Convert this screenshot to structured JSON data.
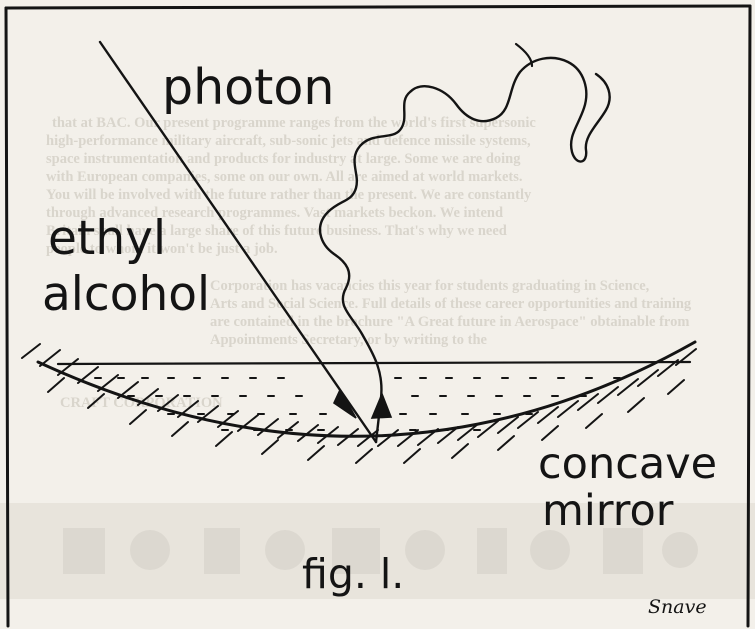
{
  "figure": {
    "labels": {
      "photon": "photon",
      "ethyl": "ethyl",
      "alcohol": "alcohol",
      "concave": "concave",
      "mirror": "mirror",
      "caption": "fig. l.",
      "signature": "Snave"
    },
    "colors": {
      "ink": "#141414",
      "paper": "#f3f0ea",
      "show_through": "#d9d5cc"
    }
  },
  "show_through": {
    "lines": [
      "that at BAC. Our present programme ranges from the world's first supersonic",
      "high-performance military aircraft, sub-sonic jets and defence missile systems,",
      "space instrumentation and products for industry at large. Some we are doing",
      "with European companies, some on our own. All are aimed at world markets.",
      "You will be involved with the future rather than the present. We are constantly",
      "through advanced research programmes. Vast markets beckon. We intend",
      "Britain shall have a large share of this future business. That's why we need",
      "people to whom it won't be just a job.",
      "Corporation has vacancies this year for students graduating in Science,",
      "Arts and Social Science. Full details of these career opportunities and training",
      "are contained in the brochure \"A Great future in Aerospace\" obtainable from",
      "Appointments Secretary, or by writing to the",
      "CRAFT CORPORATION"
    ]
  }
}
